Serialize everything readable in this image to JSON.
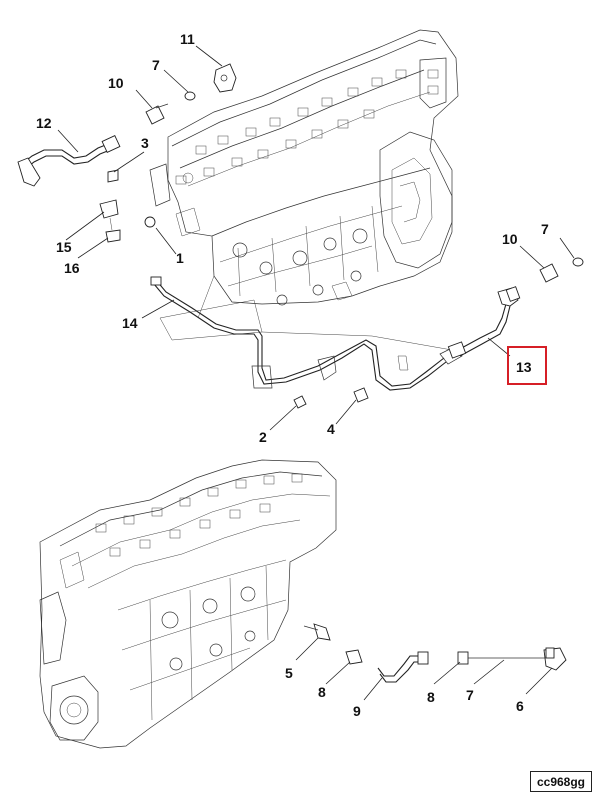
{
  "diagram": {
    "highlight_color": "#d61f26",
    "reference_code": "cc968gg",
    "callouts": {
      "c1": "1",
      "c2": "2",
      "c3": "3",
      "c4": "4",
      "c5": "5",
      "c6": "6",
      "c7a": "7",
      "c7b": "7",
      "c7c": "7",
      "c8a": "8",
      "c8b": "8",
      "c9": "9",
      "c10a": "10",
      "c10b": "10",
      "c11": "11",
      "c12": "12",
      "c13": "13",
      "c14": "14",
      "c15": "15",
      "c16": "16"
    }
  }
}
